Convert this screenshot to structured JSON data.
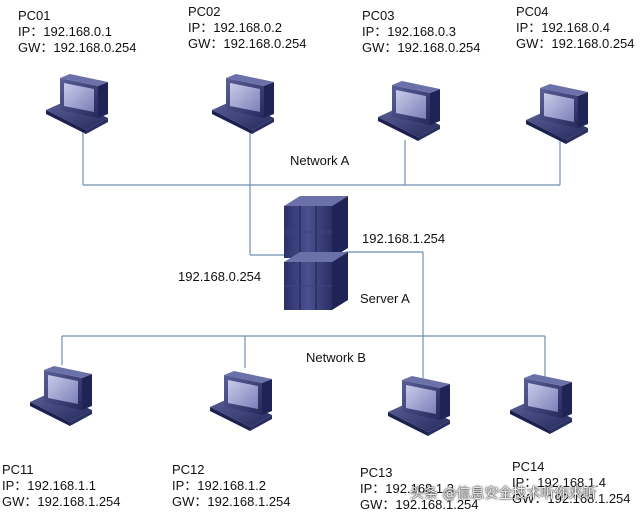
{
  "diagram": {
    "networks": {
      "a": {
        "label": "Network A"
      },
      "b": {
        "label": "Network B"
      }
    },
    "server": {
      "label": "Server A",
      "ip_network_a": "192.168.0.254",
      "ip_network_b": "192.168.1.254"
    },
    "pcs_top": [
      {
        "name": "PC01",
        "ip": "IP：192.168.0.1",
        "gw": "GW：192.168.0.254"
      },
      {
        "name": "PC02",
        "ip": "IP：192.168.0.2",
        "gw": "GW：192.168.0.254"
      },
      {
        "name": "PC03",
        "ip": "IP：192.168.0.3",
        "gw": "GW：192.168.0.254"
      },
      {
        "name": "PC04",
        "ip": "IP：192.168.0.4",
        "gw": "GW：192.168.0.254"
      }
    ],
    "pcs_bottom": [
      {
        "name": "PC11",
        "ip": "IP：192.168.1.1",
        "gw": "GW：192.168.1.254"
      },
      {
        "name": "PC12",
        "ip": "IP：192.168.1.2",
        "gw": "GW：192.168.1.254"
      },
      {
        "name": "PC13",
        "ip": "IP：192.168.1.3",
        "gw": "GW：192.168.1.254"
      },
      {
        "name": "PC14",
        "ip": "IP：192.168.1.4",
        "gw": "GW：192.168.1.254"
      }
    ],
    "watermark": "头条 @信息安全技术听你来听"
  }
}
